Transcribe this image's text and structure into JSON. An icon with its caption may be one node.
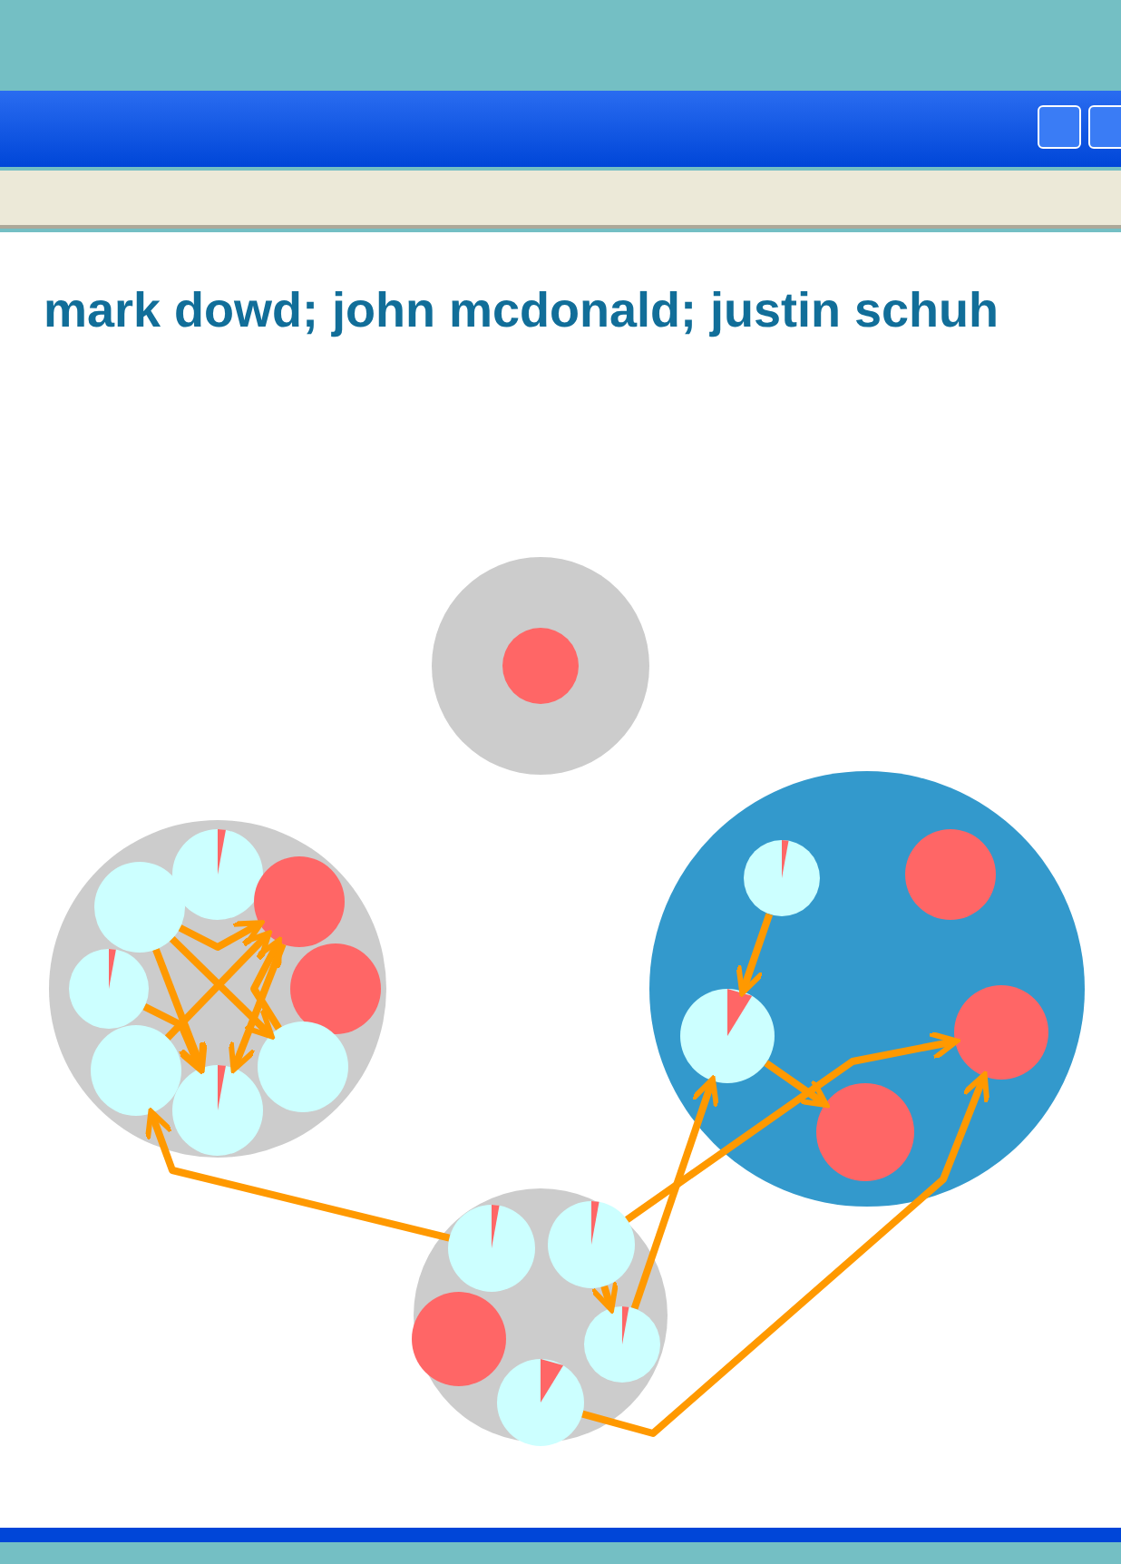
{
  "diagram": {
    "title": "mark dowd; john mcdonald; justin schuh",
    "nodes": [
      {
        "text": [],
        "shape": "circle"
      },
      {
        "text": [],
        "shape": "circle",
        "in": 0
      },
      {
        "text": [],
        "shape": "circle"
      },
      {
        "text": [],
        "shape": "circle",
        "in": 2
      },
      {
        "text": [],
        "shape": "circle",
        "in": 2
      },
      {
        "text": [],
        "shape": "circle",
        "in": 2
      },
      {
        "text": [],
        "shape": "circle",
        "in": 2
      },
      {
        "text": [],
        "shape": "circle",
        "in": 2
      },
      {
        "text": [],
        "shape": "circle",
        "in": 2
      },
      {
        "text": [],
        "shape": "circle",
        "in": 2
      },
      {
        "text": [],
        "shape": "circle",
        "in": 2
      },
      {
        "text": [],
        "shape": "circle"
      },
      {
        "text": [],
        "shape": "circle",
        "in": 11
      },
      {
        "text": [],
        "shape": "circle",
        "in": 11
      },
      {
        "text": [],
        "shape": "circle",
        "in": 11
      },
      {
        "text": [],
        "shape": "circle",
        "in": 11
      },
      {
        "text": [],
        "shape": "circle",
        "in": 11
      },
      {
        "text": [],
        "shape": "circle"
      },
      {
        "text": [],
        "shape": "circle",
        "in": 17
      },
      {
        "text": [],
        "shape": "circle",
        "in": 17
      },
      {
        "text": [],
        "shape": "circle",
        "in": 17
      },
      {
        "text": [],
        "shape": "circle",
        "in": 17
      },
      {
        "text": [],
        "shape": "circle",
        "in": 17
      }
    ],
    "edges": [
      {
        "from": 12,
        "to": 14,
        "arrow": "to"
      },
      {
        "from": 14,
        "to": 16,
        "arrow": "to"
      },
      {
        "from": 18,
        "to": 8,
        "arrow": "to"
      },
      {
        "from": 19,
        "to": 15,
        "arrow": "to"
      },
      {
        "from": 21,
        "to": 14,
        "arrow": "to"
      },
      {
        "from": 22,
        "to": 15,
        "arrow": "to"
      },
      {
        "from": 19,
        "to": 21,
        "arrow": "to"
      },
      {
        "from": 4,
        "to": 5,
        "arrow": "to"
      },
      {
        "from": 4,
        "to": 9,
        "arrow": "to"
      },
      {
        "from": 4,
        "to": 10,
        "arrow": "to"
      },
      {
        "from": 6,
        "to": 10,
        "arrow": "to"
      },
      {
        "from": 8,
        "to": 5,
        "arrow": "to"
      },
      {
        "from": 9,
        "to": 5,
        "arrow": "to"
      },
      {
        "from": 5,
        "to": 10,
        "arrow": "to"
      }
    ]
  }
}
